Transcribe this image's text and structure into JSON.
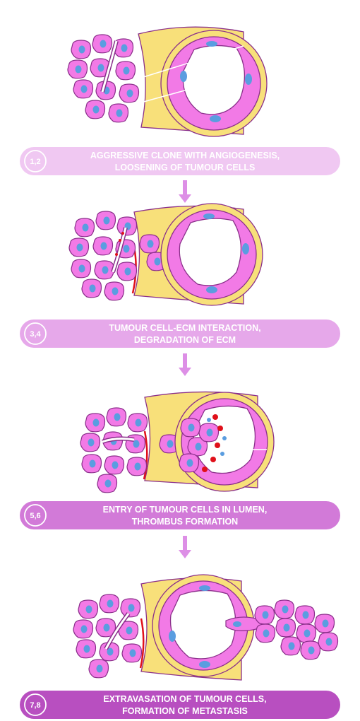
{
  "steps": [
    {
      "number": "1,2",
      "line1": "AGGRESSIVE CLONE WITH ANGIOGENESIS,",
      "line2": "LOOSENING OF TUMOUR CELLS",
      "banner_color": "#f0c8f2"
    },
    {
      "number": "3,4",
      "line1": "TUMOUR CELL-ECM INTERACTION,",
      "line2": "DEGRADATION OF ECM",
      "banner_color": "#e6a8ea"
    },
    {
      "number": "5,6",
      "line1": "ENTRY OF TUMOUR CELLS IN LUMEN,",
      "line2": "THROMBUS FORMATION",
      "banner_color": "#d27ad8"
    },
    {
      "number": "7,8",
      "line1": "EXTRAVASATION OF TUMOUR CELLS,",
      "line2": "FORMATION OF METASTASIS",
      "banner_color": "#b84fc0"
    }
  ],
  "colors": {
    "tumour_cell_fill": "#f27ae6",
    "tumour_cell_stroke": "#8a2f8a",
    "nucleus": "#5a9de0",
    "ecm": "#f8e07a",
    "vessel_wall": "#f27ae6",
    "red_cell": "#e0101a",
    "arrow": "#dd8fe6"
  }
}
